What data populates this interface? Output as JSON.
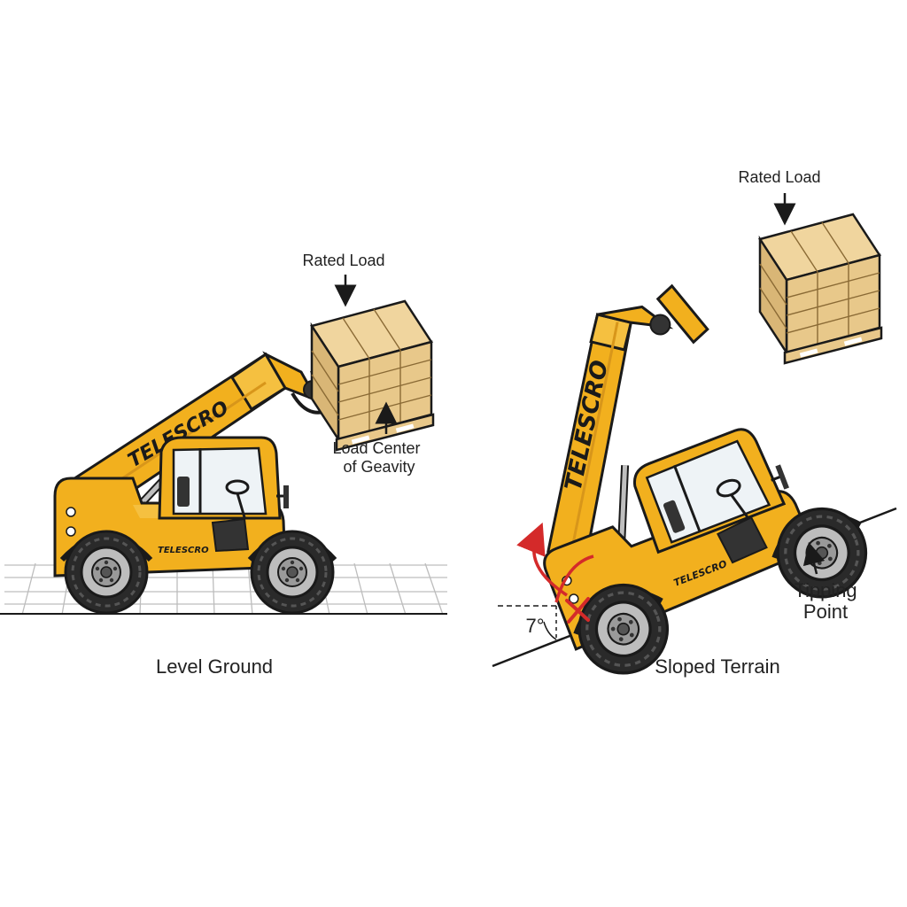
{
  "colors": {
    "body": "#F2B01E",
    "body_shade": "#D8961A",
    "outline": "#1a1a1a",
    "tire": "#2a2a2a",
    "rim": "#bdbdbd",
    "glass": "#eef3f6",
    "crate": "#E8C88A",
    "crate_line": "#8a6a35",
    "grid": "#bdbdbd",
    "warning": "#D42A2A"
  },
  "left_panel": {
    "caption": "Level Ground",
    "load_label": "Rated Load",
    "cog_label_line1": "Load Center",
    "cog_label_line2": "of Geavity",
    "brand_boom": "TELESCRO",
    "brand_body": "TELESCRO"
  },
  "right_panel": {
    "caption": "Sloped Terrain",
    "load_label": "Rated Load",
    "tip_label_line1": "Tipping",
    "tip_label_line2": "Point",
    "angle_label": "7°",
    "brand_boom": "TELESCRO",
    "brand_body": "TELESCRO"
  }
}
